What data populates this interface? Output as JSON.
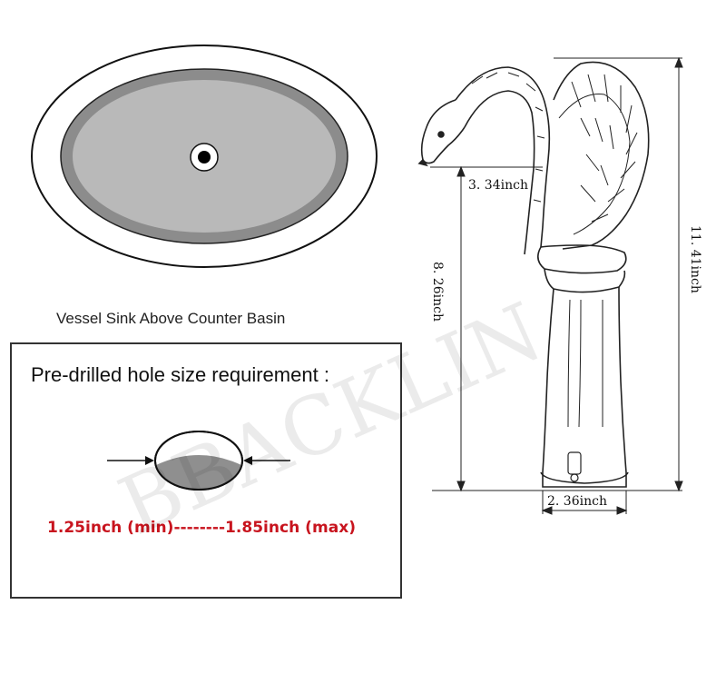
{
  "sink": {
    "caption": "Vessel Sink Above Counter  Basin"
  },
  "hole_box": {
    "title": "Pre-drilled hole size requirement :",
    "range": "1.25inch (min)--------1.85inch (max)"
  },
  "faucet": {
    "dim_spout_reach": "3. 34inch",
    "dim_spout_height": "8. 26inch",
    "dim_total_height": "11. 41inch",
    "dim_base_width": "2. 36inch"
  },
  "watermark": {
    "text": "BBACKLIN"
  },
  "colors": {
    "basin_fill": "#b9b9b9",
    "basin_ring": "#8c8c8c",
    "range_text": "#c8141e",
    "line": "#222222"
  }
}
